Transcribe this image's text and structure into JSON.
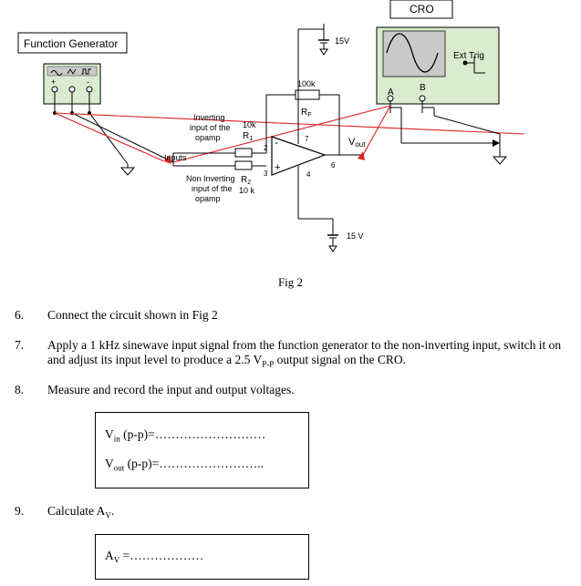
{
  "diagram": {
    "function_generator_label": "Function Generator",
    "cro_label": "CRO",
    "ext_trig_label": "Ext Trig",
    "supply_top": "15V",
    "supply_bottom": "15 V",
    "rf_value": "100k",
    "rf_label": "R",
    "rf_sub": "F",
    "r1_value": "10k",
    "r1_label": "R",
    "r1_sub": "1",
    "r2_label": "R",
    "r2_sub": "2",
    "r2_value": "10 k",
    "inverting_line1": "Inverting",
    "inverting_line2": "input of the",
    "inverting_line3": "opamp",
    "noninverting_line1": "Non Inverting",
    "noninverting_line2": "input of the",
    "noninverting_line3": "opamp",
    "inputs_label": "Inputs",
    "vout_label": "V",
    "vout_sub": "out",
    "pin2": "2",
    "pin3": "3",
    "pin4": "4",
    "pin6": "6",
    "pin7": "7",
    "plus_sign": "+",
    "minus_sign": "-",
    "channel_a": "A",
    "channel_b": "B",
    "caption": "Fig 2"
  },
  "steps": [
    {
      "num": "6.",
      "text": "Connect the circuit shown in Fig 2"
    },
    {
      "num": "7.",
      "text_a": "Apply a 1 kHz sinewave input signal from the function generator to the non-inverting input, switch it on and adjust its input level to produce a 2.5 V",
      "text_sub": "P-P",
      "text_b": " output signal on the CRO."
    },
    {
      "num": "8.",
      "text": "Measure and record the input and output voltages."
    },
    {
      "num": "9.",
      "text_a": "Calculate A",
      "text_sub": "V",
      "text_b": "."
    }
  ],
  "measure_box": {
    "vin_label": "V",
    "vin_sub": "in",
    "vin_rest": " (p-p)=………………………",
    "vout_label": "V",
    "vout_sub": "out",
    "vout_rest": " (p-p)=…………………….."
  },
  "calc_box": {
    "av_label": "A",
    "av_sub": "V",
    "av_rest": " =………………"
  }
}
